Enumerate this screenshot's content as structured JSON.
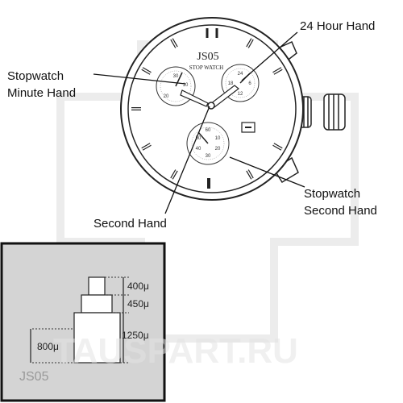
{
  "watermark": "TAUSPART.RU",
  "dial": {
    "brand": "JS05",
    "subtitle": "STOP WATCH",
    "minute_register": [
      "30",
      "10",
      "20"
    ],
    "hour_register": [
      "24",
      "6",
      "18",
      "12"
    ],
    "second_register": [
      "60",
      "10",
      "20",
      "30",
      "40",
      "50"
    ]
  },
  "callouts": {
    "hour24_hand": "24 Hour Hand",
    "stopwatch_minute_hand": [
      "Stopwatch",
      "Minute Hand"
    ],
    "second_hand": "Second Hand",
    "stopwatch_second_hand": [
      "Stopwatch",
      "Second Hand"
    ]
  },
  "dimensions": {
    "model": "JS05",
    "values": [
      "400μ",
      "450μ",
      "1250μ",
      "800μ"
    ]
  }
}
